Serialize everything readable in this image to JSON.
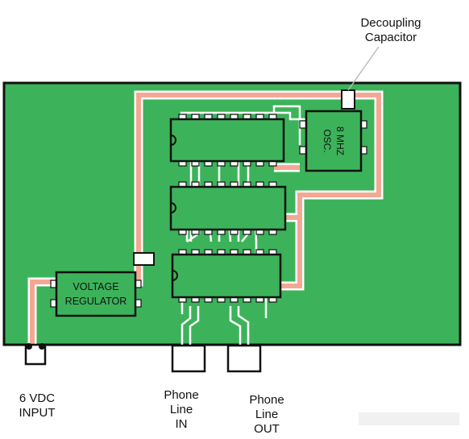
{
  "labels": {
    "decoupling": [
      "Decoupling",
      "Capacitor"
    ],
    "power_input": [
      "6 VDC",
      "INPUT"
    ],
    "phone_in": [
      "Phone",
      "Line",
      "IN"
    ],
    "phone_out": [
      "Phone",
      "Line",
      "OUT"
    ],
    "voltage_regulator": [
      "VOLTAGE",
      "REGULATOR"
    ],
    "oscillator": [
      "8 MHZ",
      "OSC."
    ]
  },
  "colors": {
    "board": "#3cb35a",
    "power_trace": "#f4a894",
    "signal_trace": "#ffffff",
    "outline": "#111111",
    "component": "#3cb35a"
  }
}
